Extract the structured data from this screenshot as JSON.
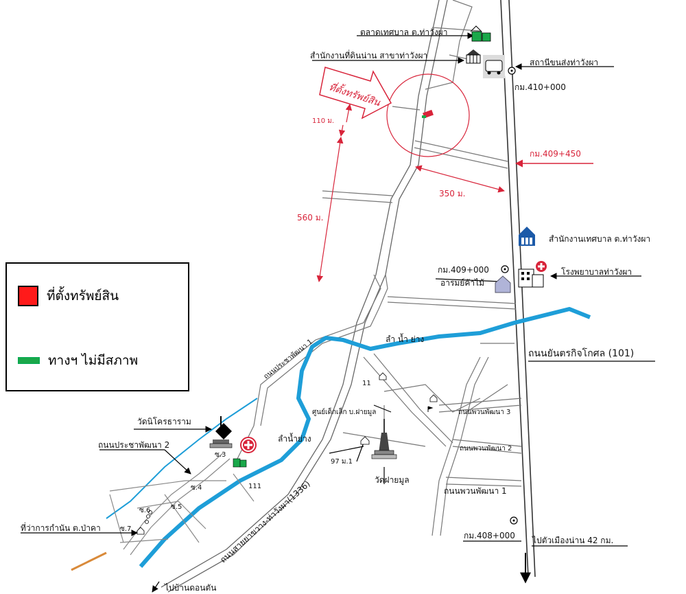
{
  "labels": {
    "market": "ตลาดเทศบาล ต.ท่าวังผา",
    "land_office": "สำนักงานที่ดินน่าน สาขาท่าวังผา",
    "bus_station": "สถานีขนส่งท่าวังผา",
    "km410": "กม.410+000",
    "property_location": "ที่ตั้งทรัพย์สิน",
    "dist_110": "110 ม.",
    "km409_450": "กม.409+450",
    "dist_350": "350 ม.",
    "dist_560": "560 ม.",
    "municipal_office": "สำนักงานเทศบาล ต.ท่าวังผา",
    "km409": "กม.409+000",
    "hospital": "โรงพยาบาลท่าวังผา",
    "forest_park": "อารมย์ค้าไม้",
    "river_top": "ลำ น้ำ ย่าง",
    "highway101": "ถนนยันตรกิจโกศล (101)",
    "pracha_1": "ถนนประชาพัฒนา 1",
    "num_11": "11",
    "nursery": "ศูนย์เด็กเล็ก บ.ฝายมูล",
    "phuan_3": "ถนนพวนพัฒนา 3",
    "phuan_2": "ถนนพวนพัฒนา 2",
    "phuan_1": "ถนนพวนพัฒนา 1",
    "wat_khok": "วัดนิโครธาราม",
    "pracha_2": "ถนนประชาพัฒนา 2",
    "soi3": "ซ.3",
    "river_bottom": "ลำน้ำย่าง",
    "m97": "97 ม.1",
    "wat_fai": "วัดฝายมูล",
    "soi4": "ซ.4",
    "num_111": "111",
    "soi5": "ซ.5",
    "soi6": "ซ.6",
    "soi7": "ซ.7",
    "kamnan": "ที่ว่าการกำนัน ต.ป่าคา",
    "road1336": "ถนนสายยาขวาง-ท่าวังผา(1336)",
    "km408": "กม.408+000",
    "to_nan": "ไปตัวเมืองน่าน  42 กม.",
    "to_don": "ไปบ้านดอนตัน"
  },
  "legend": {
    "property": "ที่ตั้งทรัพย์สิน",
    "road": "ทางฯ ไม่มีสภาพ"
  },
  "colors": {
    "river": "#1e9ed8",
    "marker": "#d8243a",
    "road": "#555555",
    "property": "#ff1a1a",
    "legend_road": "#1aa84a"
  }
}
